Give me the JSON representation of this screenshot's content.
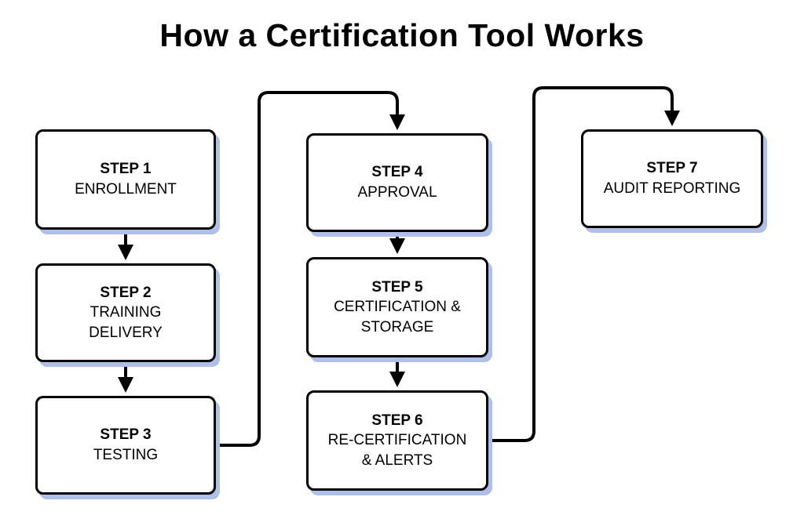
{
  "title": "How a Certification Tool Works",
  "colors": {
    "background": "#ffffff",
    "box_fill": "#ffffff",
    "box_border": "#000000",
    "shadow": "#b0bfe8",
    "arrow": "#000000"
  },
  "steps": [
    {
      "label": "STEP 1",
      "sublabel": "ENROLLMENT"
    },
    {
      "label": "STEP 2",
      "sublabel": "TRAINING\nDELIVERY"
    },
    {
      "label": "STEP 3",
      "sublabel": "TESTING"
    },
    {
      "label": "STEP 4",
      "sublabel": "APPROVAL"
    },
    {
      "label": "STEP 5",
      "sublabel": "CERTIFICATION &\nSTORAGE"
    },
    {
      "label": "STEP 6",
      "sublabel": "RE-CERTIFICATION\n& ALERTS"
    },
    {
      "label": "STEP 7",
      "sublabel": "AUDIT REPORTING"
    }
  ],
  "flow": [
    "STEP 1 -> STEP 2",
    "STEP 2 -> STEP 3",
    "STEP 3 -> STEP 4",
    "STEP 4 -> STEP 5",
    "STEP 5 -> STEP 6",
    "STEP 6 -> STEP 7"
  ]
}
